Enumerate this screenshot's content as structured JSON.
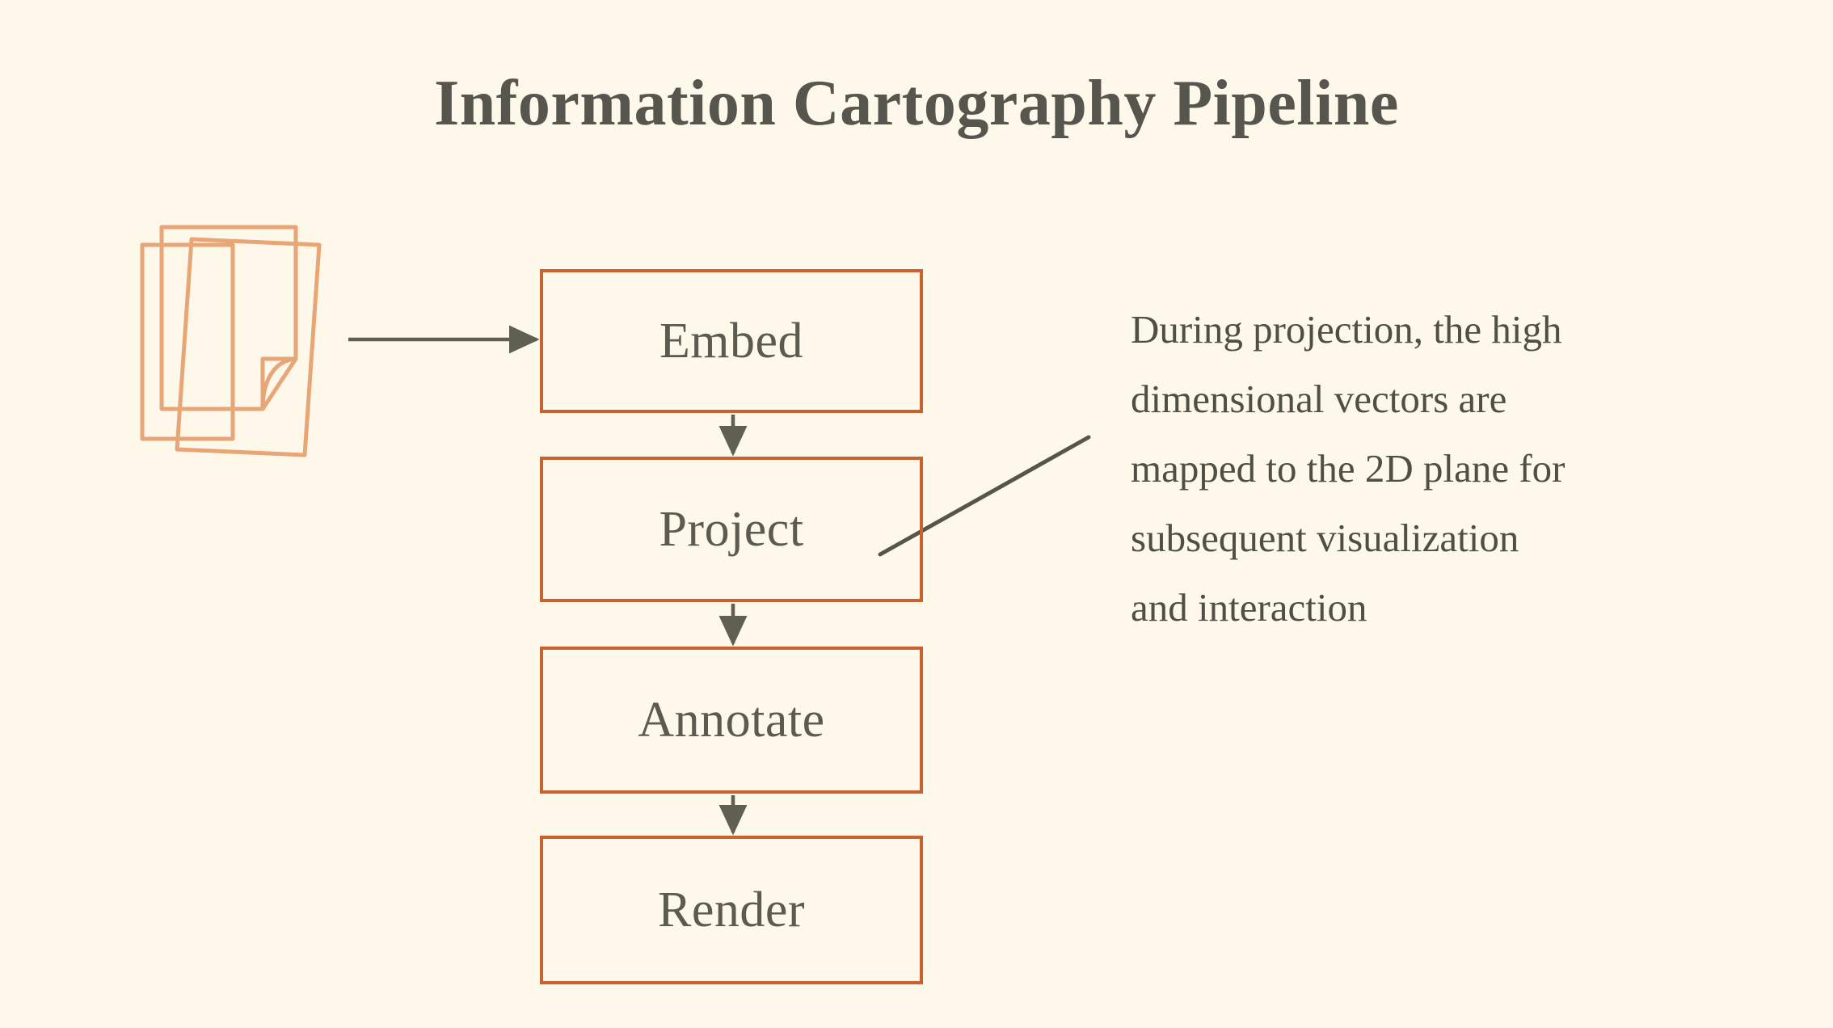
{
  "page": {
    "title": "Information Cartography Pipeline",
    "background_color": "#FDF8EA",
    "accent_color": "#C9622F",
    "text_color": "#56564E",
    "doc_icon_color": "#E8A575"
  },
  "source": {
    "icon_name": "document-stack-icon",
    "description": "stack of three documents with folded corner"
  },
  "pipeline": {
    "stages": [
      {
        "id": "embed",
        "label": "Embed"
      },
      {
        "id": "project",
        "label": "Project"
      },
      {
        "id": "annotate",
        "label": "Annotate"
      },
      {
        "id": "render",
        "label": "Render"
      }
    ],
    "connectors": [
      {
        "from": "documents",
        "to": "embed",
        "direction": "right"
      },
      {
        "from": "embed",
        "to": "project",
        "direction": "down"
      },
      {
        "from": "project",
        "to": "annotate",
        "direction": "down"
      },
      {
        "from": "annotate",
        "to": "render",
        "direction": "down"
      }
    ]
  },
  "annotation": {
    "target_stage": "project",
    "leader_line": "diagonal",
    "lines": [
      "During projection, the high",
      "dimensional vectors are",
      "mapped to the 2D plane for",
      "subsequent visualization",
      "and interaction"
    ],
    "full_text": "During projection, the high dimensional vectors are mapped to the 2D plane for subsequent visualization and interaction"
  }
}
